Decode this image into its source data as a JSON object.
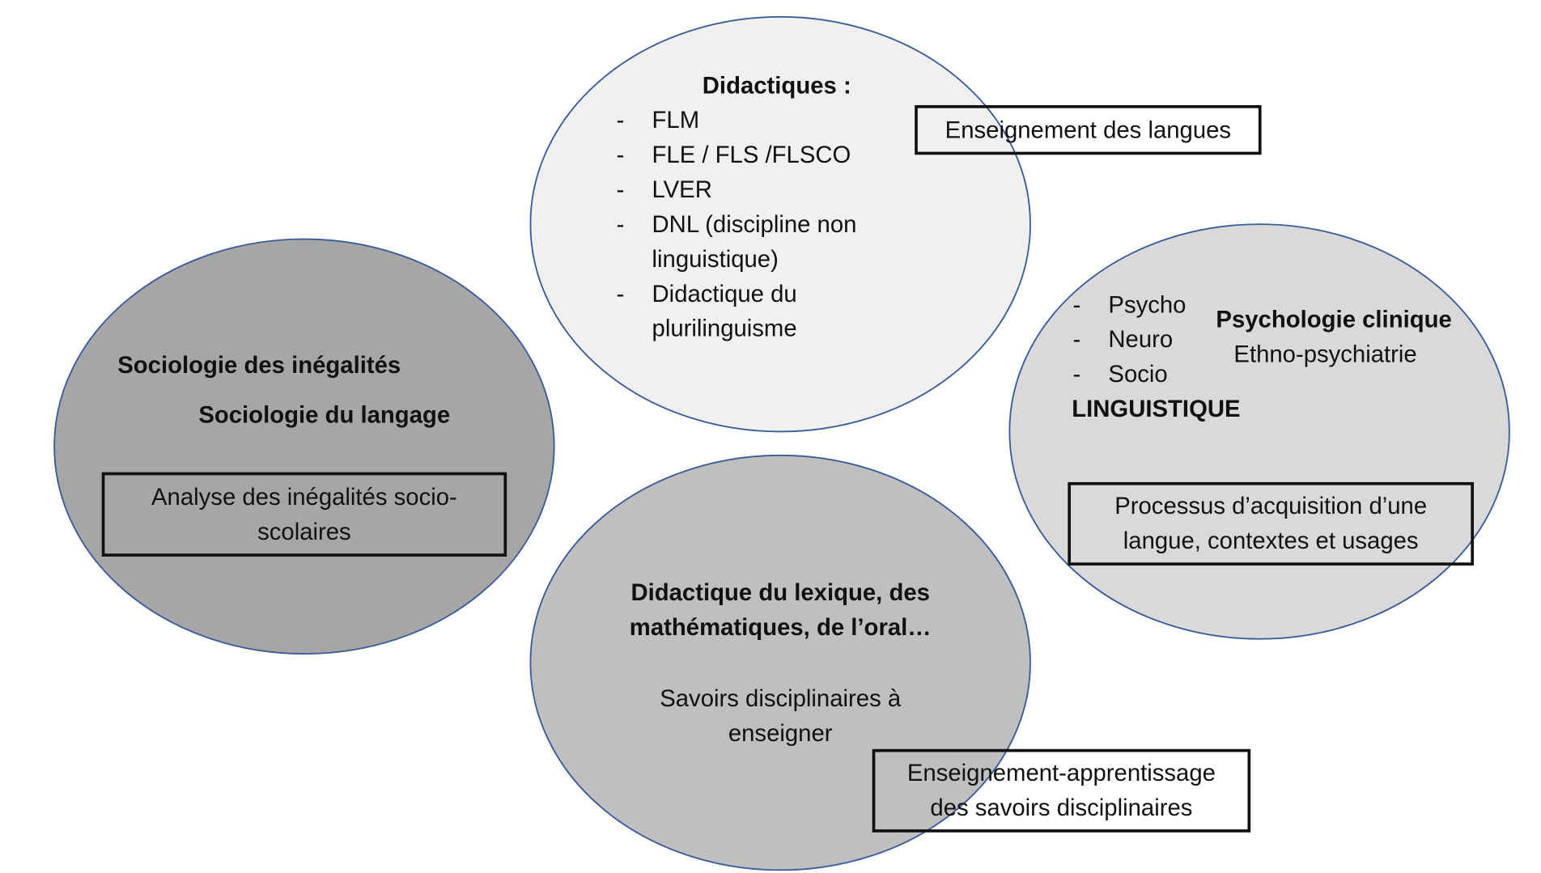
{
  "top": {
    "title": "Didactiques :",
    "items": [
      "FLM",
      "FLE / FLS /FLSCO",
      "LVER",
      "DNL (discipline non linguistique)",
      "Didactique du plurilinguisme"
    ],
    "box": "Enseignement des langues",
    "fill": "#f0f0f0"
  },
  "left": {
    "line1": "Sociologie des inégalités",
    "line2": "Sociologie du langage",
    "box": "Analyse des inégalités socio-scolaires",
    "fill": "#a6a6a6"
  },
  "right": {
    "items": [
      "Psycho",
      "Neuro",
      "Socio"
    ],
    "linguistique": "LINGUISTIQUE",
    "psy": "Psychologie clinique",
    "ethno": "Ethno-psychiatrie",
    "box": "Processus d’acquisition d’une langue, contextes et usages",
    "fill": "#d9d9d9"
  },
  "bottom": {
    "title": "Didactique du lexique, des mathématiques, de l’oral…",
    "sub": "Savoirs disciplinaires à enseigner",
    "box": "Enseignement-apprentissage des savoirs disciplinaires",
    "fill": "#bfbfbf"
  },
  "stroke": "#3a5a9a"
}
